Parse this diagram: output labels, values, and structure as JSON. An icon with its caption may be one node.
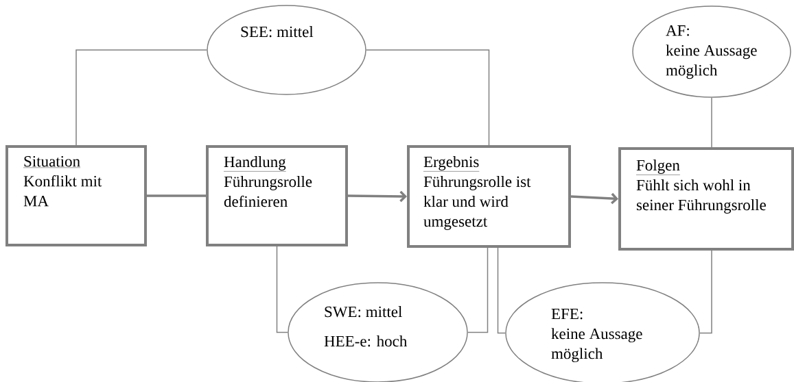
{
  "diagram": {
    "nodes": [
      {
        "text": [
          "Situation",
          "Konflikt mit MA"
        ]
      },
      {
        "text": [
          "Handlung",
          "Führungsrolle definieren"
        ]
      },
      {
        "text": [
          "Ergebnis",
          "Führungsrolle ist klar und wird umgesetzt"
        ]
      },
      {
        "text": [
          "Folgen",
          "Fühlt sich wohl in seiner Führungsrolle"
        ]
      },
      {
        "text": [
          "SEE: mittel"
        ]
      },
      {
        "text": [
          "AF:",
          "keine Aussage möglich"
        ]
      },
      {
        "text": [
          "SWE: mittel",
          "HEE-e: hoch"
        ]
      },
      {
        "text": [
          "EFE:",
          "keine Aussage möglich"
        ]
      }
    ],
    "edges": [
      {
        "from": 0,
        "to": 4,
        "arrow": "none"
      },
      {
        "from": 4,
        "to": 2,
        "arrow": "none"
      },
      {
        "from": 0,
        "to": 1,
        "arrow": "none",
        "style": "thick"
      },
      {
        "from": 1,
        "to": 2,
        "arrow": "to",
        "style": "thick"
      },
      {
        "from": 2,
        "to": 3,
        "arrow": "to",
        "style": "thick"
      },
      {
        "from": 5,
        "to": 3,
        "arrow": "none"
      },
      {
        "from": 1,
        "to": 6,
        "arrow": "none"
      },
      {
        "from": 6,
        "to": 2,
        "arrow": "none"
      },
      {
        "from": 2,
        "to": 7,
        "arrow": "none"
      },
      {
        "from": 7,
        "to": 3,
        "arrow": "none"
      }
    ]
  }
}
